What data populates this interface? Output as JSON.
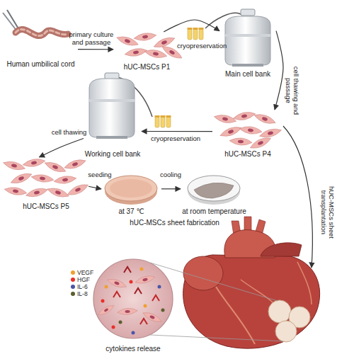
{
  "diagram": {
    "nodes": [
      {
        "text": [
          "Human umbilical cord"
        ]
      },
      {
        "text": [
          "hUC-MSCs P1"
        ]
      },
      {
        "text": [
          "Main cell bank"
        ]
      },
      {
        "text": [
          "hUC-MSCs P4"
        ]
      },
      {
        "text": [
          "Working cell bank"
        ]
      },
      {
        "text": [
          "hUC-MSCs P5"
        ]
      },
      {
        "text": [
          "hUC-MSCs sheet fabrication"
        ]
      },
      {
        "text": [
          "at 37 ℃"
        ],
        "in": 6
      },
      {
        "text": [
          "at room temperature"
        ],
        "in": 6
      },
      {
        "text": [
          "cytokines release"
        ]
      }
    ],
    "edges": [
      {
        "from": 0,
        "to": 1,
        "label": "primary culture and passage",
        "arrow": "to"
      },
      {
        "from": 1,
        "to": 2,
        "label": "cryopreservation",
        "arrow": "to"
      },
      {
        "from": 2,
        "to": 3,
        "label": "cell thawing and passage",
        "arrow": "to"
      },
      {
        "from": 3,
        "to": 4,
        "label": "cryopreservation",
        "arrow": "to"
      },
      {
        "from": 4,
        "to": 5,
        "label": "cell thawing",
        "arrow": "to"
      },
      {
        "from": 5,
        "to": 7,
        "label": "seeding",
        "arrow": "to"
      },
      {
        "from": 7,
        "to": 8,
        "label": "cooling",
        "arrow": "to"
      }
    ],
    "labels": [
      "hUC-MSCs sheet transplantation"
    ],
    "legend": [
      {
        "text": "VEGF",
        "color": "#f0a030"
      },
      {
        "text": "HGF",
        "color": "#e8302a"
      },
      {
        "text": "IL-6",
        "color": "#4a56a6"
      },
      {
        "text": "IL-8",
        "color": "#5b5f2e"
      }
    ]
  }
}
